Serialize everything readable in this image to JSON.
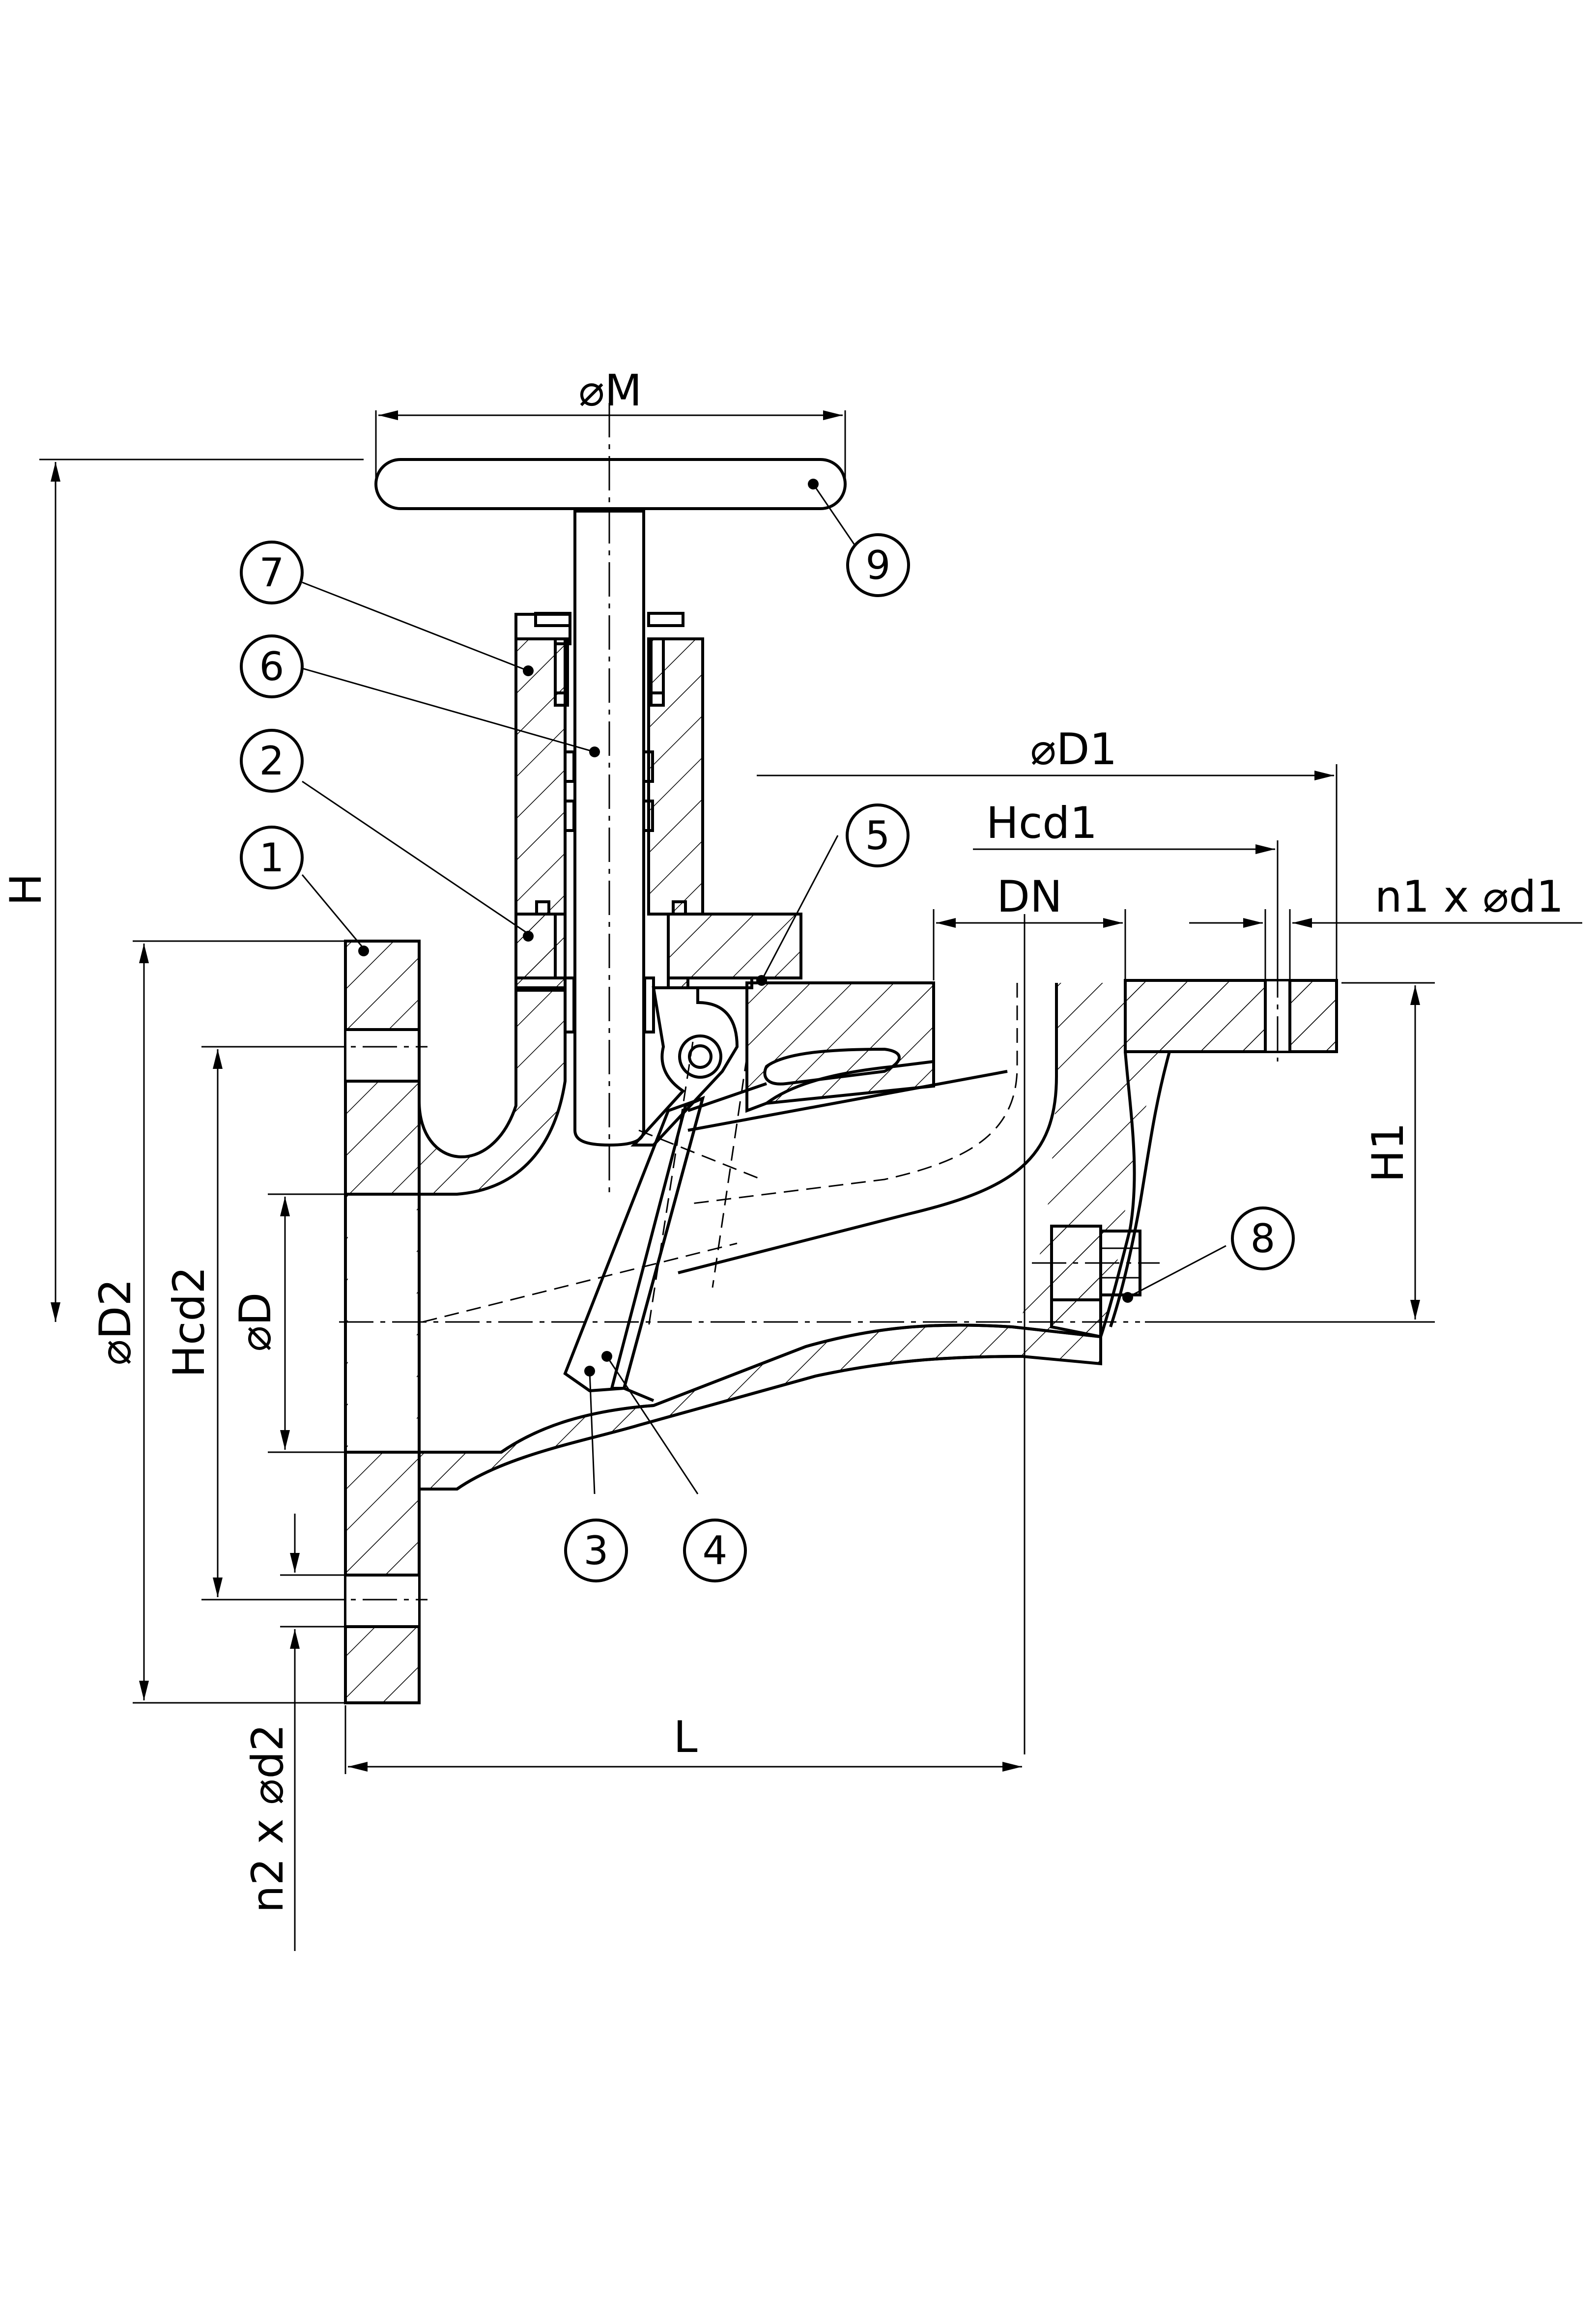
{
  "dimensions": {
    "phiM": "⌀M",
    "phiD1": "⌀D1",
    "hcd1": "Hcd1",
    "dn": "DN",
    "n1d1": "n1 x ⌀d1",
    "h": "H",
    "h1": "H1",
    "phiD2": "⌀D2",
    "hcd2": "Hcd2",
    "phiD": "⌀D",
    "l": "L",
    "n2d2": "n2 x ⌀d2"
  },
  "balloons": {
    "b1": "1",
    "b2": "2",
    "b3": "3",
    "b4": "4",
    "b5": "5",
    "b6": "6",
    "b7": "7",
    "b8": "8",
    "b9": "9"
  }
}
